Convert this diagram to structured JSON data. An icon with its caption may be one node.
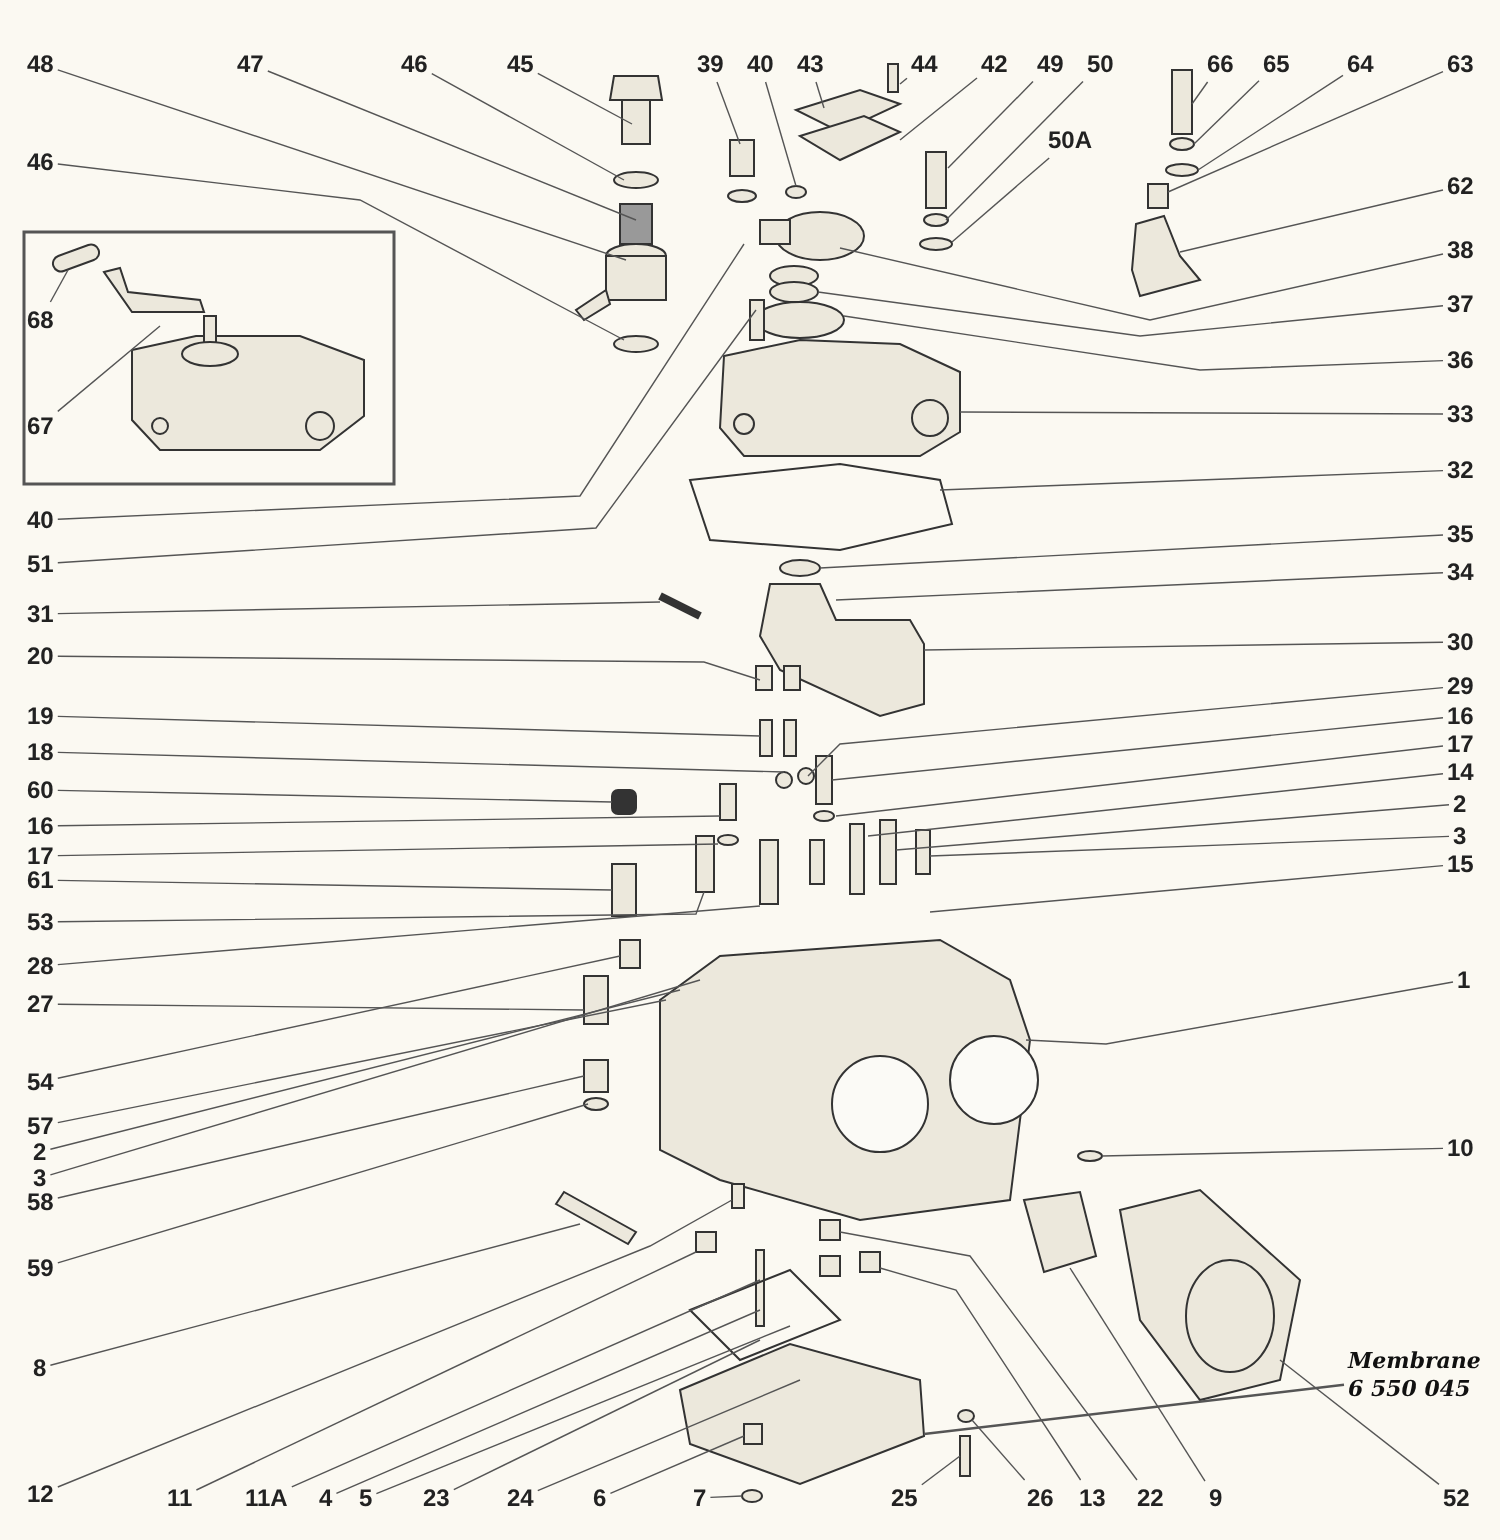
{
  "diagram": {
    "nodes": [
      {
        "text": [
          "48"
        ]
      },
      {
        "text": [
          "47"
        ]
      },
      {
        "text": [
          "46"
        ]
      },
      {
        "text": [
          "45"
        ]
      },
      {
        "text": [
          "39"
        ]
      },
      {
        "text": [
          "40"
        ]
      },
      {
        "text": [
          "43"
        ]
      },
      {
        "text": [
          "44"
        ]
      },
      {
        "text": [
          "42"
        ]
      },
      {
        "text": [
          "49"
        ]
      },
      {
        "text": [
          "50"
        ]
      },
      {
        "text": [
          "66"
        ]
      },
      {
        "text": [
          "65"
        ]
      },
      {
        "text": [
          "64"
        ]
      },
      {
        "text": [
          "63"
        ]
      },
      {
        "text": [
          "50A"
        ]
      },
      {
        "text": [
          "46"
        ]
      },
      {
        "text": [
          "68"
        ]
      },
      {
        "text": [
          "67"
        ]
      },
      {
        "text": [
          "40"
        ]
      },
      {
        "text": [
          "51"
        ]
      },
      {
        "text": [
          "31"
        ]
      },
      {
        "text": [
          "20"
        ]
      },
      {
        "text": [
          "19"
        ]
      },
      {
        "text": [
          "18"
        ]
      },
      {
        "text": [
          "60"
        ]
      },
      {
        "text": [
          "16"
        ]
      },
      {
        "text": [
          "17"
        ]
      },
      {
        "text": [
          "61"
        ]
      },
      {
        "text": [
          "53"
        ]
      },
      {
        "text": [
          "28"
        ]
      },
      {
        "text": [
          "27"
        ]
      },
      {
        "text": [
          "54"
        ]
      },
      {
        "text": [
          "57"
        ]
      },
      {
        "text": [
          "2"
        ]
      },
      {
        "text": [
          "3"
        ]
      },
      {
        "text": [
          "58"
        ]
      },
      {
        "text": [
          "59"
        ]
      },
      {
        "text": [
          "8"
        ]
      },
      {
        "text": [
          "62"
        ]
      },
      {
        "text": [
          "38"
        ]
      },
      {
        "text": [
          "37"
        ]
      },
      {
        "text": [
          "36"
        ]
      },
      {
        "text": [
          "33"
        ]
      },
      {
        "text": [
          "32"
        ]
      },
      {
        "text": [
          "35"
        ]
      },
      {
        "text": [
          "34"
        ]
      },
      {
        "text": [
          "30"
        ]
      },
      {
        "text": [
          "29"
        ]
      },
      {
        "text": [
          "16"
        ]
      },
      {
        "text": [
          "17"
        ]
      },
      {
        "text": [
          "14"
        ]
      },
      {
        "text": [
          "2"
        ]
      },
      {
        "text": [
          "3"
        ]
      },
      {
        "text": [
          "15"
        ]
      },
      {
        "text": [
          "1"
        ]
      },
      {
        "text": [
          "10"
        ]
      },
      {
        "text": [
          "12"
        ]
      },
      {
        "text": [
          "11"
        ]
      },
      {
        "text": [
          "11A"
        ]
      },
      {
        "text": [
          "4"
        ]
      },
      {
        "text": [
          "5"
        ]
      },
      {
        "text": [
          "23"
        ]
      },
      {
        "text": [
          "24"
        ]
      },
      {
        "text": [
          "6"
        ]
      },
      {
        "text": [
          "7"
        ]
      },
      {
        "text": [
          "25"
        ]
      },
      {
        "text": [
          "26"
        ]
      },
      {
        "text": [
          "13"
        ]
      },
      {
        "text": [
          "22"
        ]
      },
      {
        "text": [
          "9"
        ]
      },
      {
        "text": [
          "52"
        ]
      },
      {
        "text": [
          "Membrane 6 550 045"
        ]
      }
    ],
    "edges": [
      {
        "from": 0,
        "to": null,
        "arrow": "none"
      },
      {
        "from": 1,
        "to": null,
        "arrow": "none"
      },
      {
        "from": 2,
        "to": null,
        "arrow": "none"
      },
      {
        "from": 3,
        "to": null,
        "arrow": "none"
      },
      {
        "from": 4,
        "to": null,
        "arrow": "none"
      },
      {
        "from": 5,
        "to": null,
        "arrow": "none"
      },
      {
        "from": 6,
        "to": null,
        "arrow": "none"
      },
      {
        "from": 7,
        "to": null,
        "arrow": "none"
      },
      {
        "from": 8,
        "to": null,
        "arrow": "none"
      },
      {
        "from": 9,
        "to": null,
        "arrow": "none"
      },
      {
        "from": 10,
        "to": null,
        "arrow": "none"
      },
      {
        "from": 11,
        "to": null,
        "arrow": "none"
      },
      {
        "from": 12,
        "to": null,
        "arrow": "none"
      },
      {
        "from": 13,
        "to": null,
        "arrow": "none"
      },
      {
        "from": 14,
        "to": null,
        "arrow": "none"
      },
      {
        "from": 15,
        "to": null,
        "arrow": "none"
      },
      {
        "from": 16,
        "to": null,
        "arrow": "none"
      },
      {
        "from": 17,
        "to": null,
        "arrow": "none"
      },
      {
        "from": 18,
        "to": null,
        "arrow": "none"
      },
      {
        "from": 19,
        "to": null,
        "arrow": "none"
      },
      {
        "from": 20,
        "to": null,
        "arrow": "none"
      },
      {
        "from": 21,
        "to": null,
        "arrow": "none"
      },
      {
        "from": 22,
        "to": null,
        "arrow": "none"
      },
      {
        "from": 23,
        "to": null,
        "arrow": "none"
      },
      {
        "from": 24,
        "to": null,
        "arrow": "none"
      },
      {
        "from": 25,
        "to": null,
        "arrow": "none"
      },
      {
        "from": 26,
        "to": null,
        "arrow": "none"
      },
      {
        "from": 27,
        "to": null,
        "arrow": "none"
      },
      {
        "from": 28,
        "to": null,
        "arrow": "none"
      },
      {
        "from": 29,
        "to": null,
        "arrow": "none"
      },
      {
        "from": 30,
        "to": null,
        "arrow": "none"
      },
      {
        "from": 31,
        "to": null,
        "arrow": "none"
      },
      {
        "from": 32,
        "to": null,
        "arrow": "none"
      },
      {
        "from": 33,
        "to": null,
        "arrow": "none"
      },
      {
        "from": 34,
        "to": null,
        "arrow": "none"
      },
      {
        "from": 35,
        "to": null,
        "arrow": "none"
      },
      {
        "from": 36,
        "to": null,
        "arrow": "none"
      },
      {
        "from": 37,
        "to": null,
        "arrow": "none"
      },
      {
        "from": 38,
        "to": null,
        "arrow": "none"
      },
      {
        "from": 39,
        "to": null,
        "arrow": "none"
      },
      {
        "from": 40,
        "to": null,
        "arrow": "none"
      },
      {
        "from": 41,
        "to": null,
        "arrow": "none"
      },
      {
        "from": 42,
        "to": null,
        "arrow": "none"
      },
      {
        "from": 43,
        "to": null,
        "arrow": "none"
      },
      {
        "from": 44,
        "to": null,
        "arrow": "none"
      },
      {
        "from": 45,
        "to": null,
        "arrow": "none"
      },
      {
        "from": 46,
        "to": null,
        "arrow": "none"
      },
      {
        "from": 47,
        "to": null,
        "arrow": "none"
      },
      {
        "from": 48,
        "to": null,
        "arrow": "none"
      },
      {
        "from": 49,
        "to": null,
        "arrow": "none"
      },
      {
        "from": 50,
        "to": null,
        "arrow": "none"
      },
      {
        "from": 51,
        "to": null,
        "arrow": "none"
      },
      {
        "from": 52,
        "to": null,
        "arrow": "none"
      },
      {
        "from": 53,
        "to": null,
        "arrow": "none"
      },
      {
        "from": 54,
        "to": null,
        "arrow": "none"
      },
      {
        "from": 55,
        "to": null,
        "arrow": "none"
      },
      {
        "from": 56,
        "to": null,
        "arrow": "none"
      },
      {
        "from": 57,
        "to": null,
        "arrow": "none"
      },
      {
        "from": 58,
        "to": null,
        "arrow": "none"
      },
      {
        "from": 59,
        "to": null,
        "arrow": "none"
      },
      {
        "from": 60,
        "to": null,
        "arrow": "none"
      },
      {
        "from": 61,
        "to": null,
        "arrow": "none"
      },
      {
        "from": 62,
        "to": null,
        "arrow": "none"
      },
      {
        "from": 63,
        "to": null,
        "arrow": "none"
      },
      {
        "from": 64,
        "to": null,
        "arrow": "none"
      },
      {
        "from": 65,
        "to": null,
        "arrow": "none"
      },
      {
        "from": 66,
        "to": null,
        "arrow": "none"
      },
      {
        "from": 67,
        "to": null,
        "arrow": "none"
      },
      {
        "from": 68,
        "to": null,
        "arrow": "none"
      },
      {
        "from": 69,
        "to": null,
        "arrow": "none"
      },
      {
        "from": 70,
        "to": null,
        "arrow": "none"
      },
      {
        "from": 71,
        "to": null,
        "arrow": "none"
      },
      {
        "from": 72,
        "to": null,
        "arrow": "none"
      }
    ]
  }
}
